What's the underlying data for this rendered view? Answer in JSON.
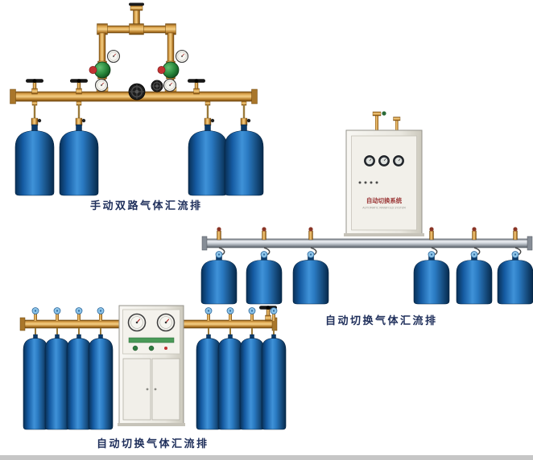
{
  "page": {
    "background_color": "#ffffff",
    "bottom_edge_color": "#c6c6c6"
  },
  "illustrations": [
    {
      "id": "manual-dual-manifold",
      "caption": "手动双路气体汇流排",
      "cylinder_count": 4
    },
    {
      "id": "auto-switch-manifold-wall-cabinet",
      "caption": "自动切换气体汇流排",
      "cylinder_count": 6,
      "cabinet_label": "自动切换系统",
      "cabinet_sublabel": "AUTOMATIC MANIFOLD SYSTEM"
    },
    {
      "id": "auto-switch-manifold-floor-cabinet",
      "caption": "自动切换气体汇流排",
      "cylinder_count": 8
    }
  ],
  "colors": {
    "caption_text": "#20305c",
    "cylinder_blue": "#1f6db5",
    "brass_pipe": "#d9a04a",
    "steel_pipe": "#c2c8cf",
    "cabinet_body": "#ece9e1",
    "regulator_green": "#2a8a3d",
    "valve_knob_cyan": "#8cc3e8"
  }
}
